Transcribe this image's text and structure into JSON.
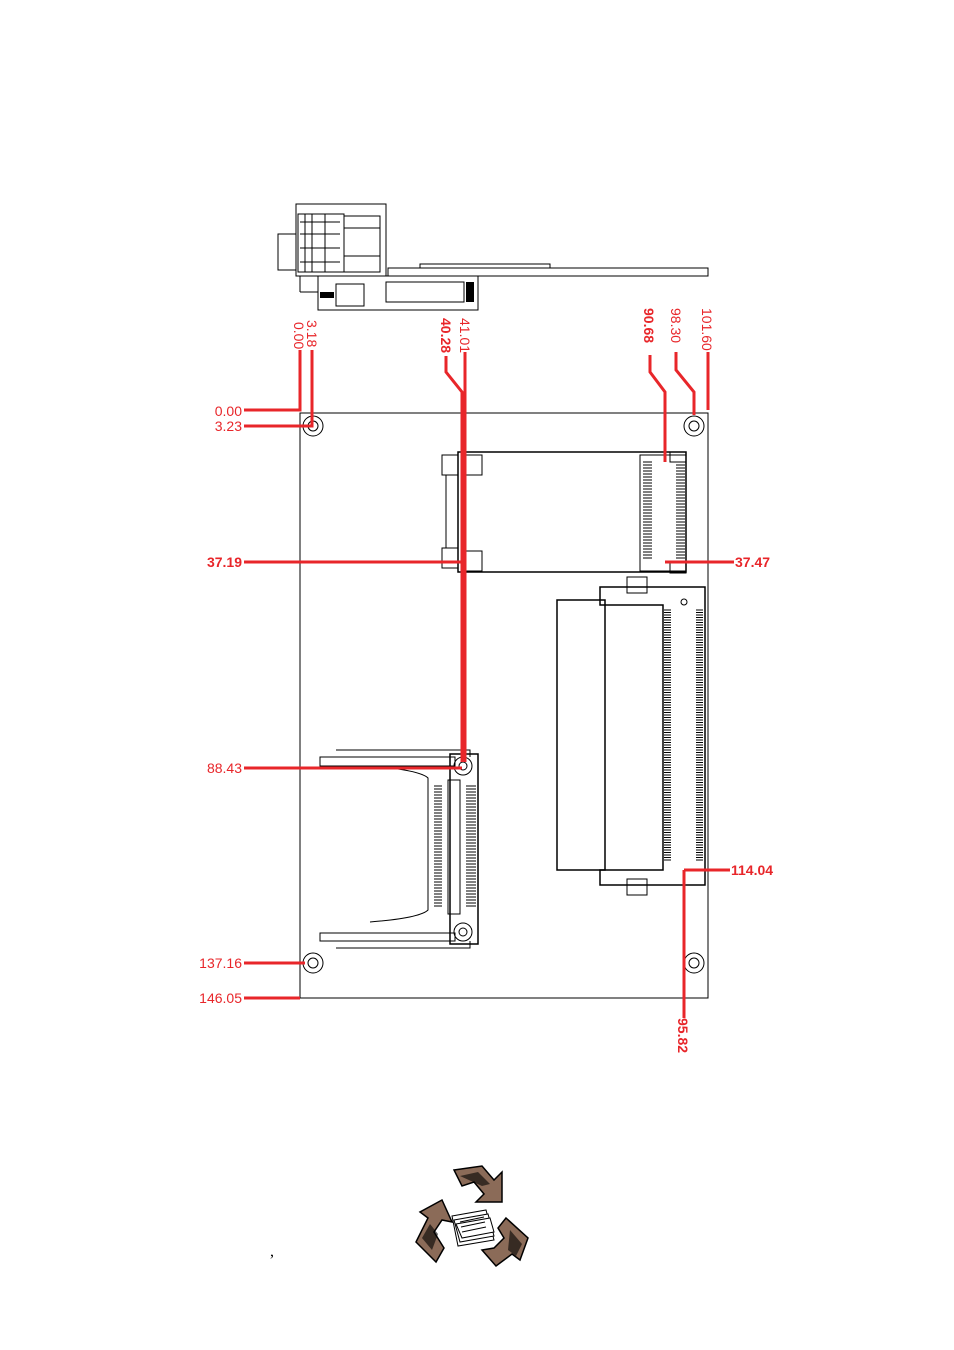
{
  "colors": {
    "dimension": "#e8262a",
    "outline": "#000000",
    "logo": "#8b6b58"
  },
  "top_dims": {
    "d0": "0.00",
    "d1": "3.18",
    "d2": "40.28",
    "d3": "41.01",
    "d4": "90.68",
    "d5": "98.30",
    "d6": "101.60"
  },
  "left_dims": {
    "l0": "0.00",
    "l1": "3.23",
    "l2": "37.19",
    "l3": "88.43",
    "l4": "137.16",
    "l5": "146.05"
  },
  "right_dims": {
    "r1": "37.47",
    "r2": "114.04"
  },
  "bottom_dims": {
    "b1": "95.82"
  },
  "footer": {
    "comma": ",",
    "logo_icon": "recycle-icon"
  }
}
